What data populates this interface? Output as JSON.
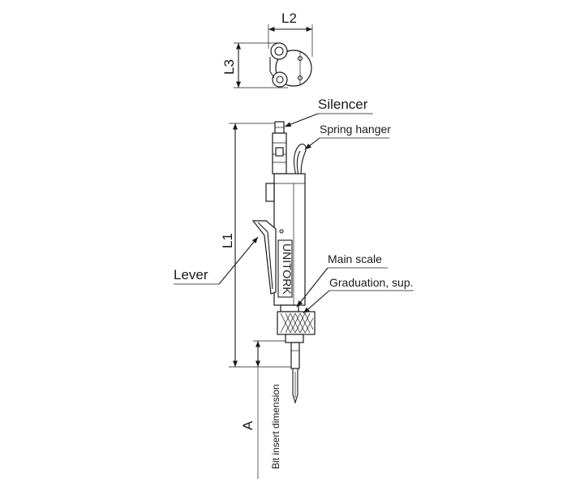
{
  "labels": {
    "l1": "L1",
    "l2": "L2",
    "l3": "L3",
    "a": "A",
    "silencer": "Silencer",
    "spring_hanger": "Spring hanger",
    "lever": "Lever",
    "main_scale": "Main scale",
    "graduation": "Graduation, sup.",
    "bit_insert": "Bit insert dimension",
    "brand": "UNITORK"
  },
  "colors": {
    "line": "#1a1a1a",
    "background": "#ffffff"
  }
}
